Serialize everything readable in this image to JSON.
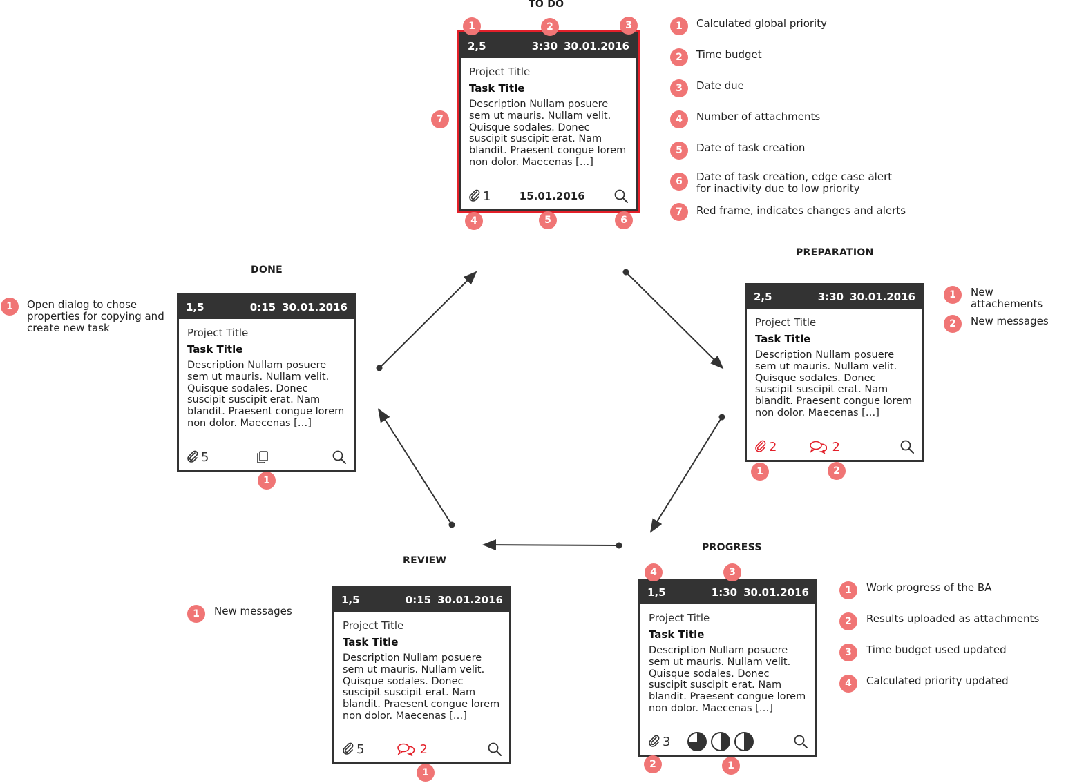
{
  "card_text": {
    "project": "Project Title",
    "task": "Task Title",
    "description": "Description Nullam posuere sem ut mauris. Nullam velit. Quisque sodales. Donec suscipit suscipit erat. Nam blandit. Praesent congue lorem non dolor. Maecenas […]"
  },
  "todo": {
    "title": "TO DO",
    "priority": "2,5",
    "budget": "3:30",
    "due": "30.01.2016",
    "attachments": "1",
    "created": "15.01.2016",
    "badges": [
      "1",
      "2",
      "3",
      "4",
      "5",
      "6",
      "7"
    ],
    "legend": [
      {
        "n": "1",
        "text": "Calculated global priority"
      },
      {
        "n": "2",
        "text": "Time budget"
      },
      {
        "n": "3",
        "text": "Date due"
      },
      {
        "n": "4",
        "text": "Number of attachments"
      },
      {
        "n": "5",
        "text": "Date of task creation"
      },
      {
        "n": "6",
        "text": "Date of task creation, edge case alert for inactivity due to low priority"
      },
      {
        "n": "7",
        "text": "Red frame, indicates changes and alerts"
      }
    ]
  },
  "preparation": {
    "title": "PREPARATION",
    "priority": "2,5",
    "budget": "3:30",
    "due": "30.01.2016",
    "attachments": "2",
    "messages": "2",
    "badges": [
      "1",
      "2"
    ],
    "legend": [
      {
        "n": "1",
        "text": "New attachements"
      },
      {
        "n": "2",
        "text": "New messages"
      }
    ]
  },
  "progress": {
    "title": "PROGRESS",
    "priority": "1,5",
    "budget": "1:30",
    "due": "30.01.2016",
    "attachments": "3",
    "work_progress": [
      0.75,
      0.5,
      0.5
    ],
    "badges": [
      "4",
      "3",
      "2",
      "1"
    ],
    "legend": [
      {
        "n": "1",
        "text": "Work progress of the BA"
      },
      {
        "n": "2",
        "text": "Results uploaded as attachments"
      },
      {
        "n": "3",
        "text": "Time budget used updated"
      },
      {
        "n": "4",
        "text": "Calculated priority updated"
      }
    ]
  },
  "review": {
    "title": "REVIEW",
    "priority": "1,5",
    "budget": "0:15",
    "due": "30.01.2016",
    "attachments": "5",
    "messages": "2",
    "badges": [
      "1"
    ],
    "legend": [
      {
        "n": "1",
        "text": "New messages"
      }
    ]
  },
  "done": {
    "title": "DONE",
    "priority": "1,5",
    "budget": "0:15",
    "due": "30.01.2016",
    "attachments": "5",
    "badges": [
      "1"
    ],
    "legend": [
      {
        "n": "1",
        "text": "Open dialog to chose properties for copying and create new task"
      }
    ]
  },
  "colors": {
    "badge": "#f07575",
    "alert": "#e3202a",
    "header": "#333333"
  }
}
